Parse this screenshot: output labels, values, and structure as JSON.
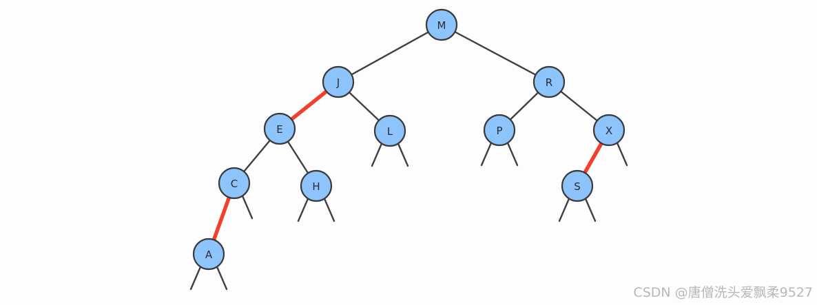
{
  "tree": {
    "nodes": [
      {
        "id": "M",
        "label": "M"
      },
      {
        "id": "J",
        "label": "J"
      },
      {
        "id": "R",
        "label": "R"
      },
      {
        "id": "E",
        "label": "E"
      },
      {
        "id": "L",
        "label": "L"
      },
      {
        "id": "P",
        "label": "P"
      },
      {
        "id": "X",
        "label": "X"
      },
      {
        "id": "C",
        "label": "C"
      },
      {
        "id": "H",
        "label": "H"
      },
      {
        "id": "S",
        "label": "S"
      },
      {
        "id": "A",
        "label": "A"
      }
    ],
    "edges": [
      {
        "from": "M",
        "to": "J",
        "color": "black"
      },
      {
        "from": "M",
        "to": "R",
        "color": "black"
      },
      {
        "from": "J",
        "to": "E",
        "color": "red"
      },
      {
        "from": "J",
        "to": "L",
        "color": "black"
      },
      {
        "from": "R",
        "to": "P",
        "color": "black"
      },
      {
        "from": "R",
        "to": "X",
        "color": "black"
      },
      {
        "from": "E",
        "to": "C",
        "color": "black"
      },
      {
        "from": "E",
        "to": "H",
        "color": "black"
      },
      {
        "from": "C",
        "to": "A",
        "color": "red"
      },
      {
        "from": "X",
        "to": "S",
        "color": "red"
      }
    ],
    "null_links": [
      {
        "node": "C",
        "side": "right"
      },
      {
        "node": "A",
        "side": "left"
      },
      {
        "node": "A",
        "side": "right"
      },
      {
        "node": "H",
        "side": "left"
      },
      {
        "node": "H",
        "side": "right"
      },
      {
        "node": "L",
        "side": "left"
      },
      {
        "node": "L",
        "side": "right"
      },
      {
        "node": "P",
        "side": "left"
      },
      {
        "node": "P",
        "side": "right"
      },
      {
        "node": "X",
        "side": "right"
      },
      {
        "node": "S",
        "side": "left"
      },
      {
        "node": "S",
        "side": "right"
      }
    ]
  },
  "colors": {
    "node_fill": "#8dc4fb",
    "node_stroke": "#3a3a3a",
    "black_link": "#3f3f3f",
    "red_link": "#f2402c"
  },
  "watermark": {
    "text": "CSDN @唐僧洗头爱飘柔9527"
  }
}
